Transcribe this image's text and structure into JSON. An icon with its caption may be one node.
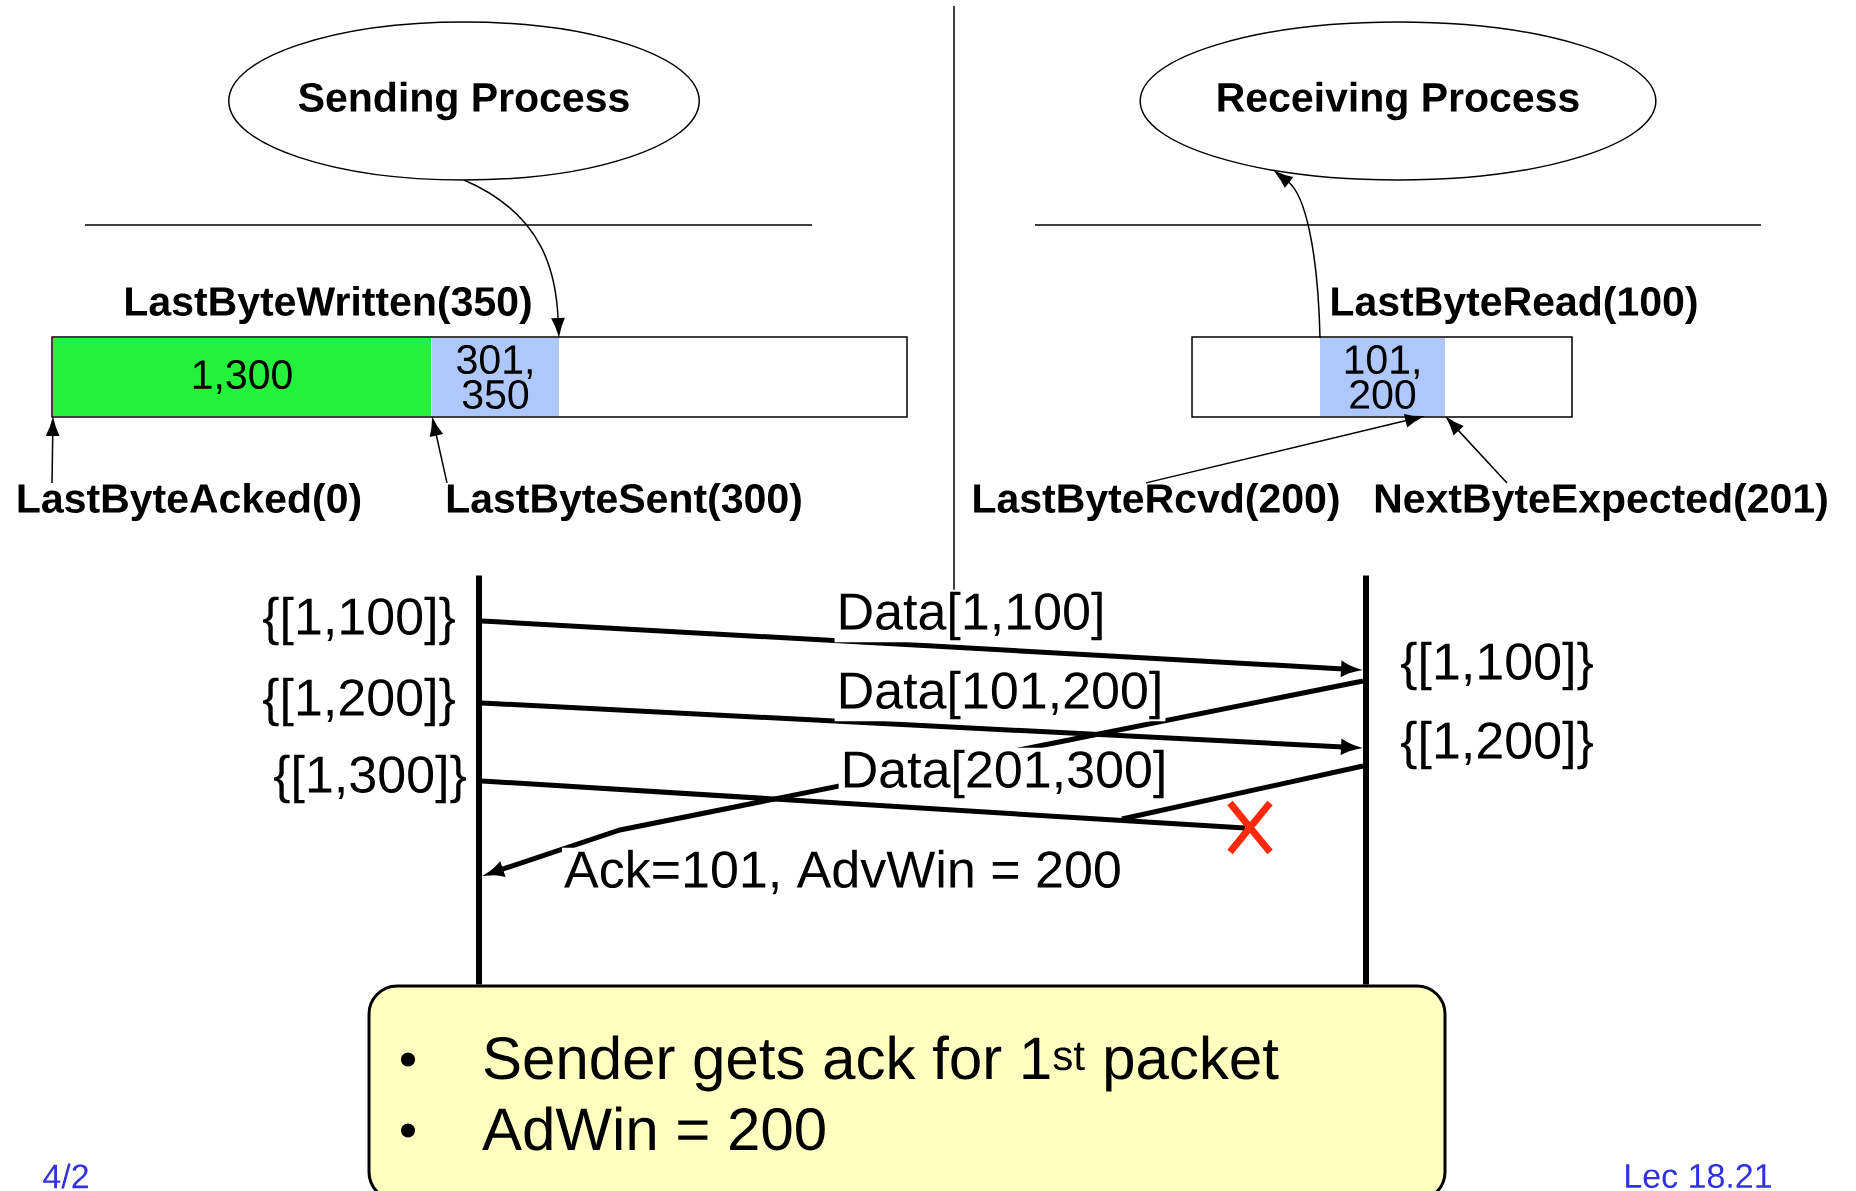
{
  "diagram": {
    "nodes": [
      {
        "text": [
          "Sending Process"
        ]
      },
      {
        "text": [
          "Receiving Process"
        ]
      },
      {
        "text": [],
        "shape": "box"
      },
      {
        "text": [
          "1,300"
        ],
        "in": 2
      },
      {
        "text": [
          "301, 350"
        ],
        "in": 2
      },
      {
        "text": [],
        "shape": "box"
      },
      {
        "text": [
          "101, 200"
        ],
        "in": 5
      },
      {
        "text": [
          "LastByteAcked(0)"
        ]
      },
      {
        "text": [
          "LastByteSent(300)"
        ]
      },
      {
        "text": [
          "LastByteRcvd(200)"
        ]
      },
      {
        "text": [
          "NextByteExpected(201)"
        ]
      },
      {
        "text": [],
        "shape": "bar"
      },
      {
        "text": [],
        "shape": "bar"
      },
      {
        "text": [
          "Sender gets ack for 1$^{st}$ packet",
          "AdWin = 200"
        ]
      }
    ],
    "edges": [
      {
        "from": 0,
        "to": 4,
        "arrow": "to"
      },
      {
        "from": 6,
        "to": 1,
        "arrow": "to"
      },
      {
        "from": 7,
        "to": 3,
        "arrow": "to"
      },
      {
        "from": 8,
        "to": 4,
        "arrow": "to"
      },
      {
        "from": 9,
        "to": 6,
        "arrow": "to"
      },
      {
        "from": 10,
        "to": 6,
        "arrow": "to"
      },
      {
        "from": 11,
        "to": 12,
        "arrow": "to",
        "label": "Data[1,100]",
        "style": "thick"
      },
      {
        "from": 11,
        "to": 12,
        "arrow": "to",
        "label": "Data[101,200]",
        "style": "thick"
      },
      {
        "from": 11,
        "to": null,
        "arrow": "none",
        "label": "Data[201,300]",
        "style": "thick"
      },
      {
        "from": 12,
        "to": 11,
        "arrow": "to",
        "label": "Ack=101, AdvWin = 200",
        "style": "thick"
      },
      {
        "from": 12,
        "to": null,
        "arrow": "none",
        "style": "thick"
      }
    ],
    "labels": [
      "LastByteWritten(350)",
      "LastByteRead(100)",
      "{[1,100]}",
      "{[1,100]}",
      "{[1,200]}",
      "{[1,200]}",
      "{[1,300]}",
      "4/2",
      "Lec 18.21"
    ]
  }
}
